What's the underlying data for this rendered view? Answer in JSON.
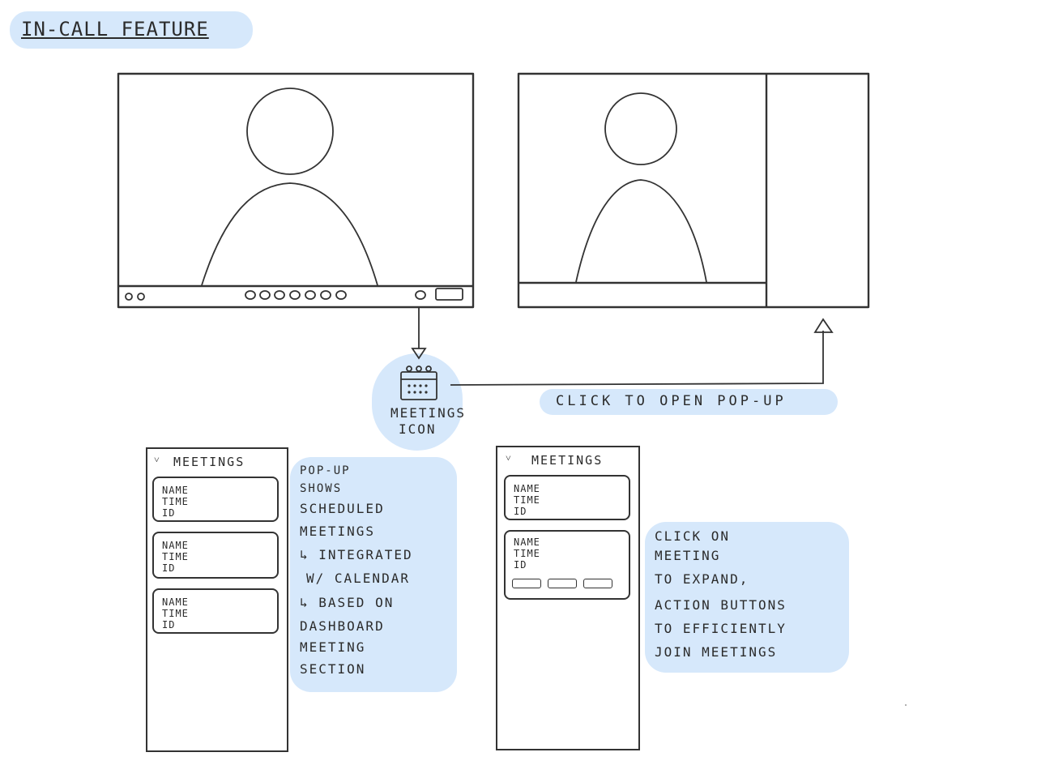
{
  "title": "IN-CALL FEATURE",
  "icon_label": [
    "MEETINGS",
    "ICON"
  ],
  "click_note": "CLICK TO OPEN POP-UP",
  "panel_left": {
    "header": "MEETINGS",
    "cards": [
      {
        "name": "NAME",
        "time": "TIME",
        "id": "ID"
      },
      {
        "name": "NAME",
        "time": "TIME",
        "id": "ID"
      },
      {
        "name": "NAME",
        "time": "TIME",
        "id": "ID"
      }
    ]
  },
  "panel_right": {
    "header": "MEETINGS",
    "cards": [
      {
        "name": "NAME",
        "time": "TIME",
        "id": "ID"
      },
      {
        "name": "NAME",
        "time": "TIME",
        "id": "ID"
      }
    ]
  },
  "note_left": [
    "POP-UP",
    "SHOWS",
    "SCHEDULED",
    "MEETINGS",
    "↳ INTEGRATED",
    "W/ CALENDAR",
    "↳ BASED ON",
    "DASHBOARD",
    "MEETING",
    "SECTION"
  ],
  "note_right": [
    "CLICK ON",
    "MEETING",
    "TO EXPAND,",
    "ACTION BUTTONS",
    "TO EFFICIENTLY",
    "JOIN MEETINGS"
  ],
  "colors": {
    "highlight": "#d6e8fb",
    "ink": "#333333"
  }
}
